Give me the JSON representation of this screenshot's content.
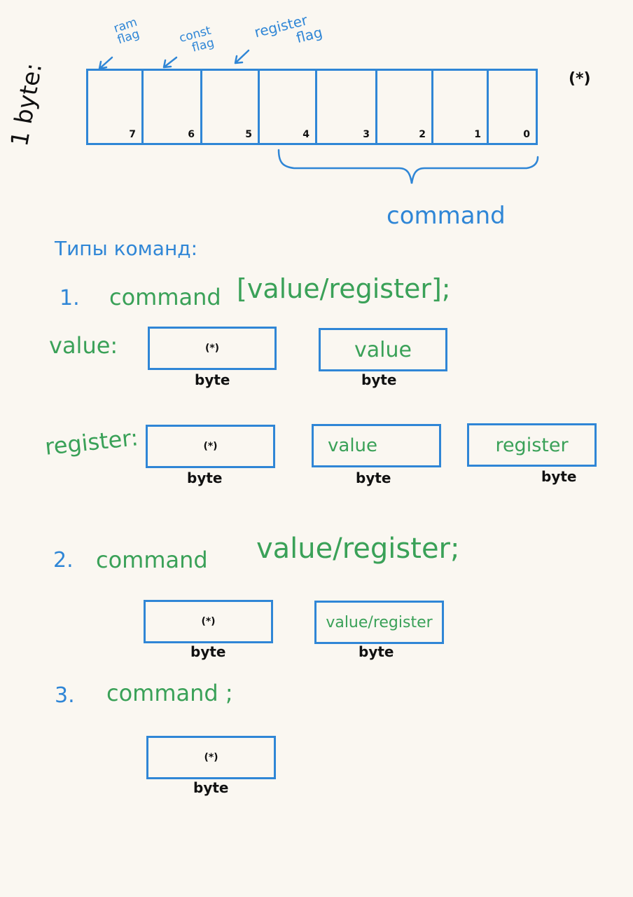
{
  "header": {
    "byte_label": "1 byte:",
    "asterisk": "(*)",
    "flags": [
      {
        "label_line1": "ram",
        "label_line2": "flag"
      },
      {
        "label_line1": "const",
        "label_line2": "flag"
      },
      {
        "label_line1": "register",
        "label_line2": "flag"
      }
    ],
    "bits": [
      "7",
      "6",
      "5",
      "4",
      "3",
      "2",
      "1",
      "0"
    ],
    "command_label": "command"
  },
  "types_heading": "Типы команд:",
  "section1": {
    "number": "1.",
    "syntax_command": "command",
    "syntax_args": "[value/register];",
    "value_row": {
      "label": "value:",
      "boxes": [
        {
          "text": "(*)",
          "caption": "byte"
        },
        {
          "text": "value",
          "caption": "byte"
        }
      ]
    },
    "register_row": {
      "label": "register:",
      "boxes": [
        {
          "text": "(*)",
          "caption": "byte"
        },
        {
          "text": "value",
          "caption": "byte"
        },
        {
          "text": "register",
          "caption": "byte"
        }
      ]
    }
  },
  "section2": {
    "number": "2.",
    "syntax_command": "command",
    "syntax_args": "value/register;",
    "boxes": [
      {
        "text": "(*)",
        "caption": "byte"
      },
      {
        "text": "value/register",
        "caption": "byte"
      }
    ]
  },
  "section3": {
    "number": "3.",
    "syntax_command": "command ;",
    "boxes": [
      {
        "text": "(*)",
        "caption": "byte"
      }
    ]
  }
}
